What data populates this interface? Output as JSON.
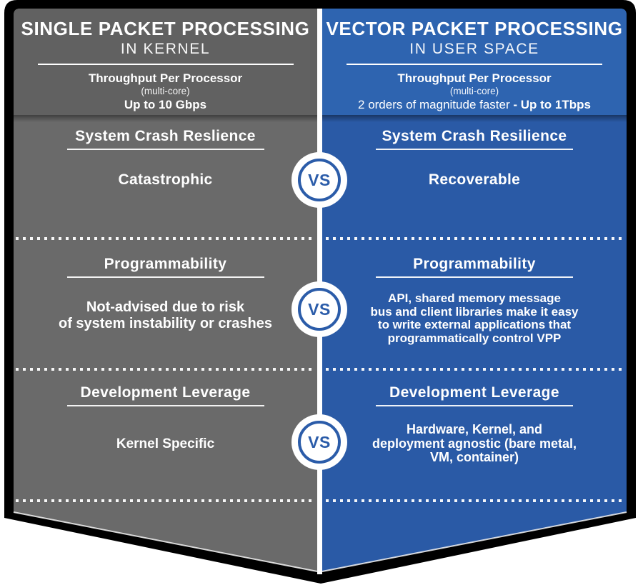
{
  "vs_label": "VS",
  "left": {
    "title": "SINGLE PACKET PROCESSING",
    "subtitle": "IN KERNEL",
    "throughput_label": "Throughput Per Processor",
    "throughput_note": "(multi-core)",
    "throughput_value": "Up to 10 Gbps",
    "rows": [
      {
        "heading": "System Crash Reslience",
        "body_lines": [
          "Catastrophic"
        ]
      },
      {
        "heading": "Programmability",
        "body_lines": [
          "Not-advised due to risk",
          "of system instability or crashes"
        ]
      },
      {
        "heading": "Development Leverage",
        "body_lines": [
          "Kernel Specific"
        ]
      }
    ]
  },
  "right": {
    "title": "VECTOR PACKET PROCESSING",
    "subtitle": "IN USER SPACE",
    "throughput_label": "Throughput Per Processor",
    "throughput_note": "(multi-core)",
    "throughput_prefix": "2 orders of magnitude faster",
    "throughput_value": "- Up to 1Tbps",
    "rows": [
      {
        "heading": "System Crash Resilience",
        "body_lines": [
          "Recoverable"
        ]
      },
      {
        "heading": "Programmability",
        "body_lines": [
          "API, shared memory message",
          "bus and client libraries make it easy",
          "to write external applications that",
          "programmatically control VPP"
        ]
      },
      {
        "heading": "Development Leverage",
        "body_lines": [
          "Hardware, Kernel, and",
          "deployment agnostic (bare metal,",
          "VM, container)"
        ]
      }
    ]
  },
  "colors": {
    "left_header_bg": "#616161",
    "left_body_bg": "#6a6a6a",
    "right_header_bg": "#2e64b0",
    "right_body_bg": "#2a5aa6",
    "accent_blue": "#2b5ca9",
    "divider_white": "#ffffff",
    "shadow_black": "#000000",
    "text": "#ffffff"
  }
}
